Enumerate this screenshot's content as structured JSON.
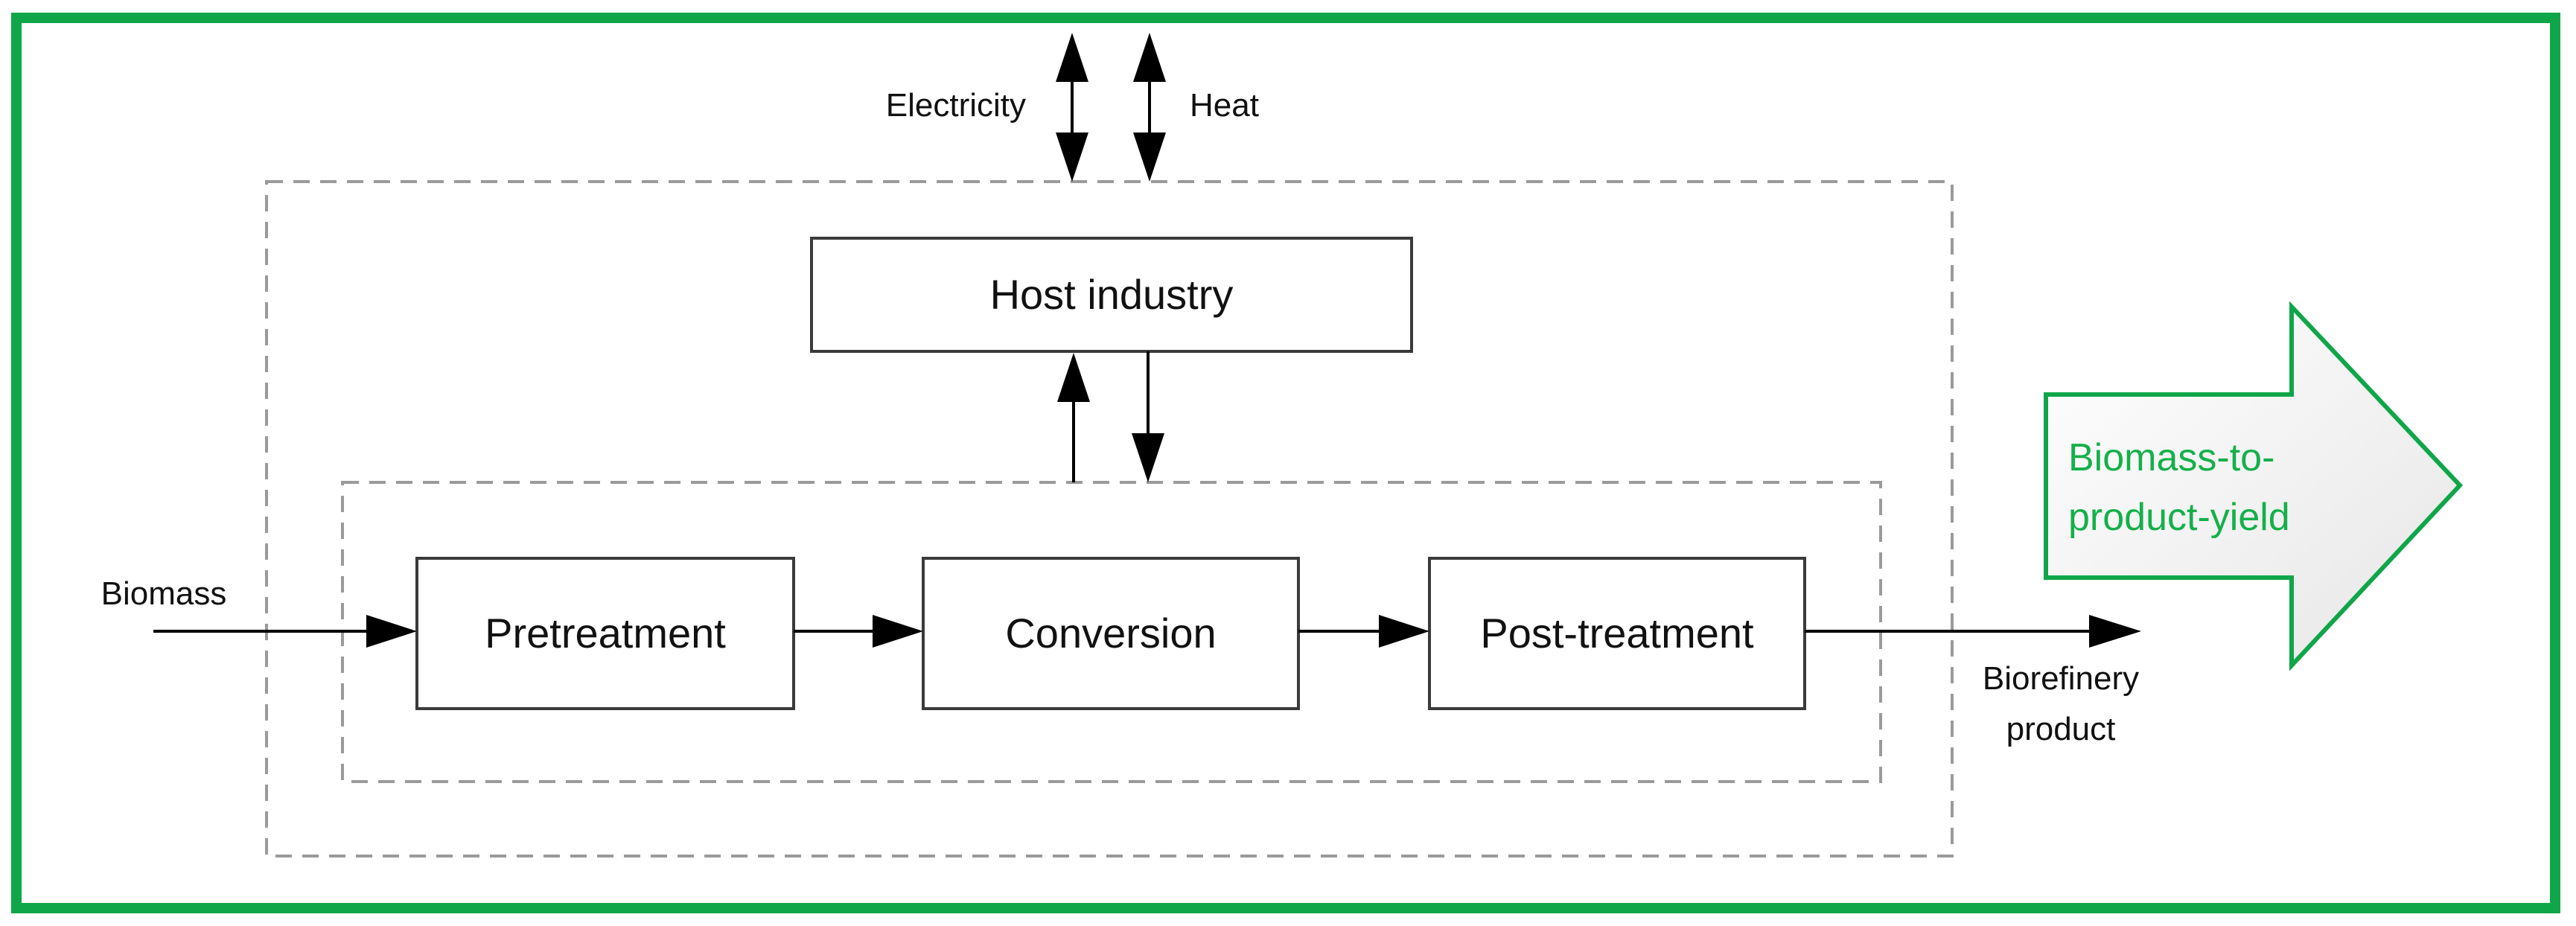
{
  "colors": {
    "frame_green": "#0fa64a",
    "yield_text_green": "#14b04a",
    "big_arrow_fill_light": "#ffffff",
    "big_arrow_fill_dark": "#e6e6e6"
  },
  "external_flows": {
    "electricity": "Electricity",
    "heat": "Heat"
  },
  "host": {
    "label": "Host industry"
  },
  "process_chain": [
    {
      "label": "Pretreatment"
    },
    {
      "label": "Conversion"
    },
    {
      "label": "Post-treatment"
    }
  ],
  "input": {
    "label": "Biomass"
  },
  "output": {
    "label_line1": "Biorefinery",
    "label_line2": "product"
  },
  "yield_arrow": {
    "label_line1": "Biomass-to-",
    "label_line2": "product-yield"
  }
}
